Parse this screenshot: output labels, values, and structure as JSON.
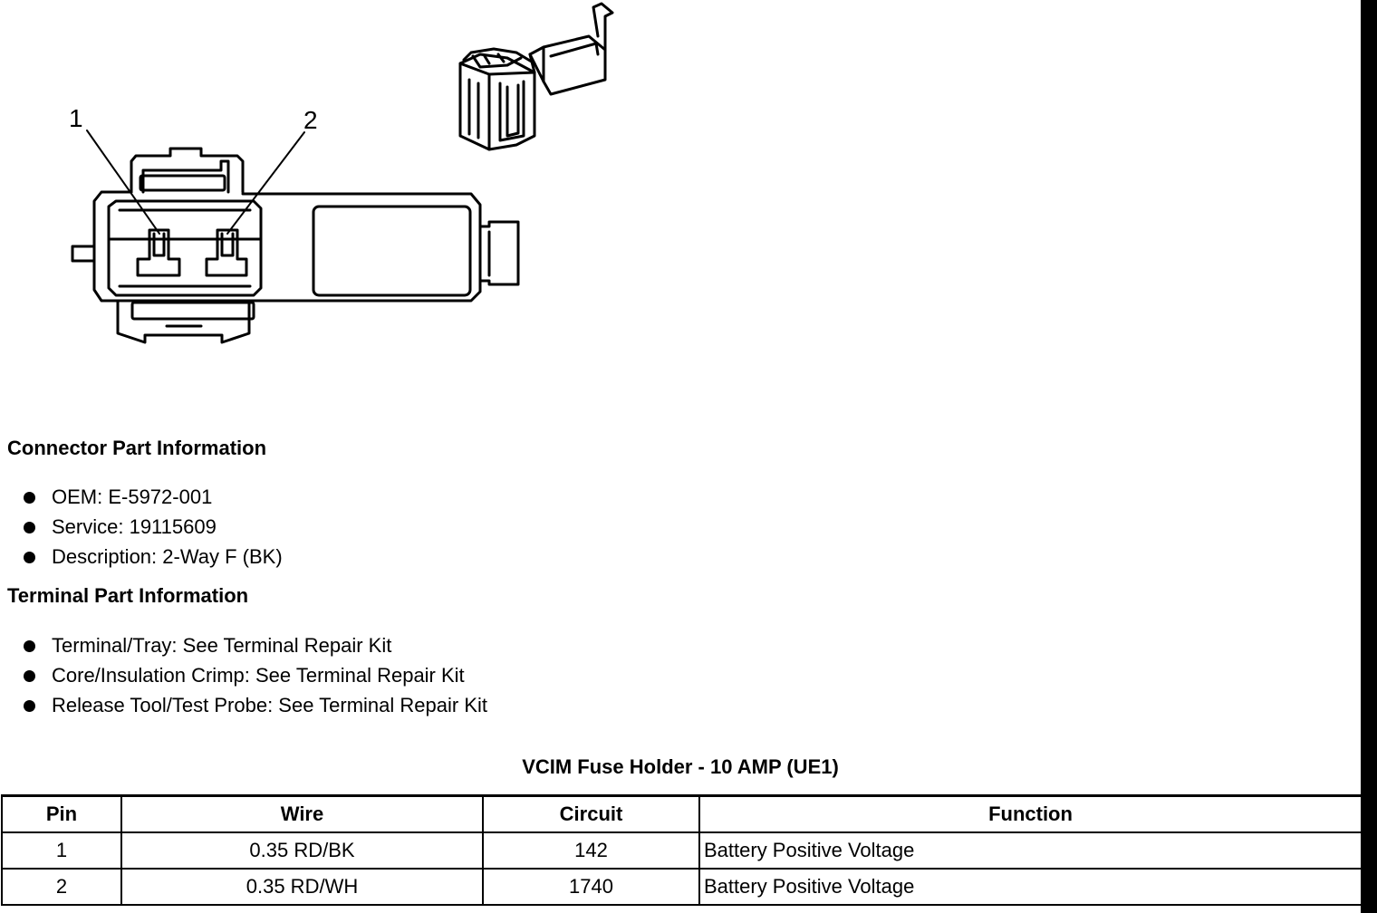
{
  "diagram": {
    "callouts": [
      "1",
      "2"
    ]
  },
  "connector_section": {
    "heading": "Connector Part Information",
    "items": [
      "OEM: E-5972-001",
      "Service: 19115609",
      "Description: 2-Way F (BK)"
    ]
  },
  "terminal_section": {
    "heading": "Terminal Part Information",
    "items": [
      "Terminal/Tray: See Terminal Repair Kit",
      "Core/Insulation Crimp: See Terminal Repair Kit",
      "Release Tool/Test Probe: See Terminal Repair Kit"
    ]
  },
  "table": {
    "title": "VCIM Fuse Holder - 10 AMP (UE1)",
    "headers": [
      "Pin",
      "Wire",
      "Circuit",
      "Function"
    ],
    "rows": [
      [
        "1",
        "0.35 RD/BK",
        "142",
        "Battery Positive Voltage"
      ],
      [
        "2",
        "0.35 RD/WH",
        "1740",
        "Battery Positive Voltage"
      ]
    ]
  }
}
